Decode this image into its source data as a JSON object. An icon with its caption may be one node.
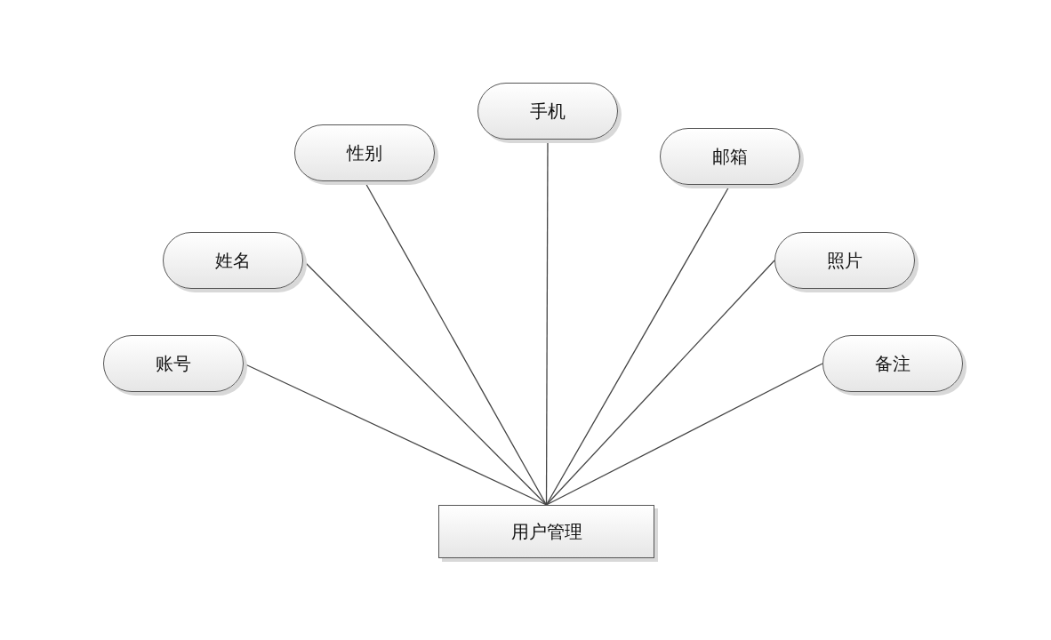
{
  "diagram": {
    "nodes": [
      {
        "text": [
          "手机"
        ]
      },
      {
        "text": [
          "性别"
        ]
      },
      {
        "text": [
          "邮箱"
        ]
      },
      {
        "text": [
          "姓名"
        ]
      },
      {
        "text": [
          "照片"
        ]
      },
      {
        "text": [
          "账号"
        ]
      },
      {
        "text": [
          "备注"
        ]
      },
      {
        "text": [
          "用户管理"
        ]
      }
    ],
    "edges": [
      {
        "from": 7,
        "to": 5,
        "arrow": "none"
      },
      {
        "from": 7,
        "to": 3,
        "arrow": "none"
      },
      {
        "from": 7,
        "to": 1,
        "arrow": "none"
      },
      {
        "from": 7,
        "to": 0,
        "arrow": "none"
      },
      {
        "from": 7,
        "to": 2,
        "arrow": "none"
      },
      {
        "from": 7,
        "to": 4,
        "arrow": "none"
      },
      {
        "from": 7,
        "to": 6,
        "arrow": "none"
      }
    ]
  }
}
